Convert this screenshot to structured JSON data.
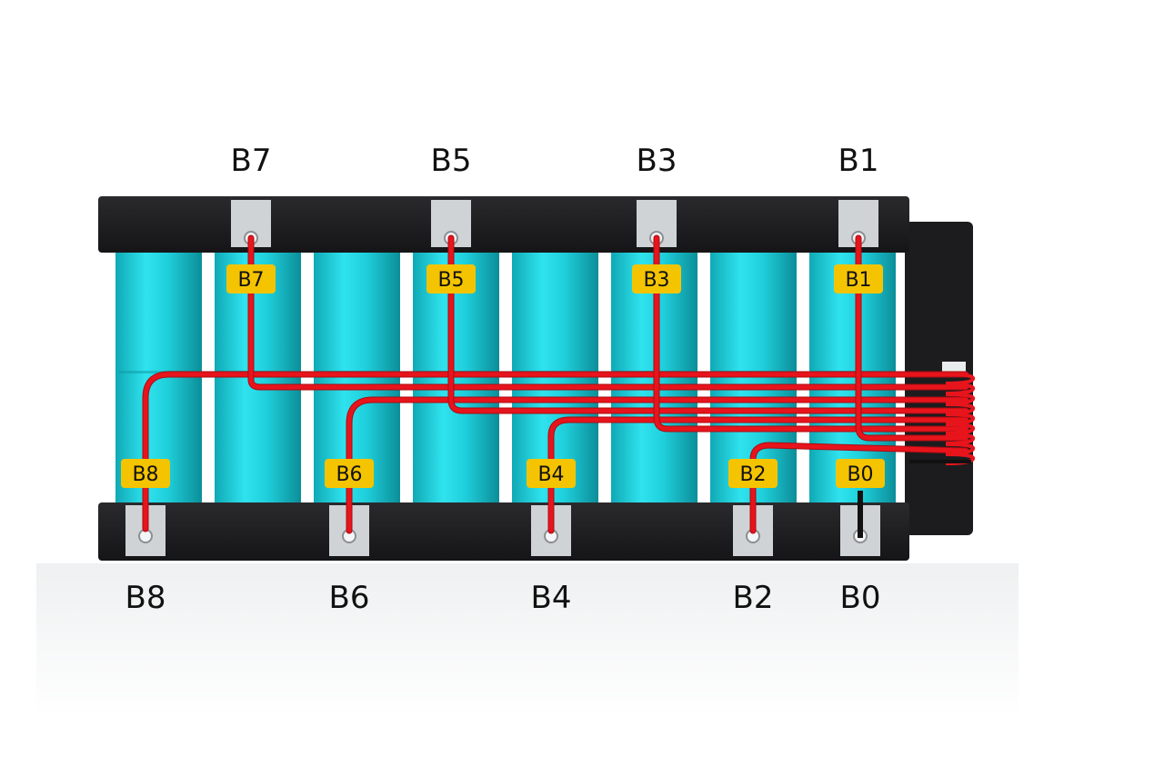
{
  "diagram": {
    "top_terminals": [
      {
        "label": "B7",
        "tag": "B7"
      },
      {
        "label": "B5",
        "tag": "B5"
      },
      {
        "label": "B3",
        "tag": "B3"
      },
      {
        "label": "B1",
        "tag": "B1"
      }
    ],
    "bottom_terminals": [
      {
        "label": "B8",
        "tag": "B8"
      },
      {
        "label": "B6",
        "tag": "B6"
      },
      {
        "label": "B4",
        "tag": "B4"
      },
      {
        "label": "B2",
        "tag": "B2"
      },
      {
        "label": "B0",
        "tag": "B0"
      }
    ],
    "colors": {
      "cell": "#22d3e0",
      "holder": "#1e1e20",
      "wire": "#e8141c",
      "tag": "#f5c400",
      "nickel": "#cfd3d6"
    }
  }
}
